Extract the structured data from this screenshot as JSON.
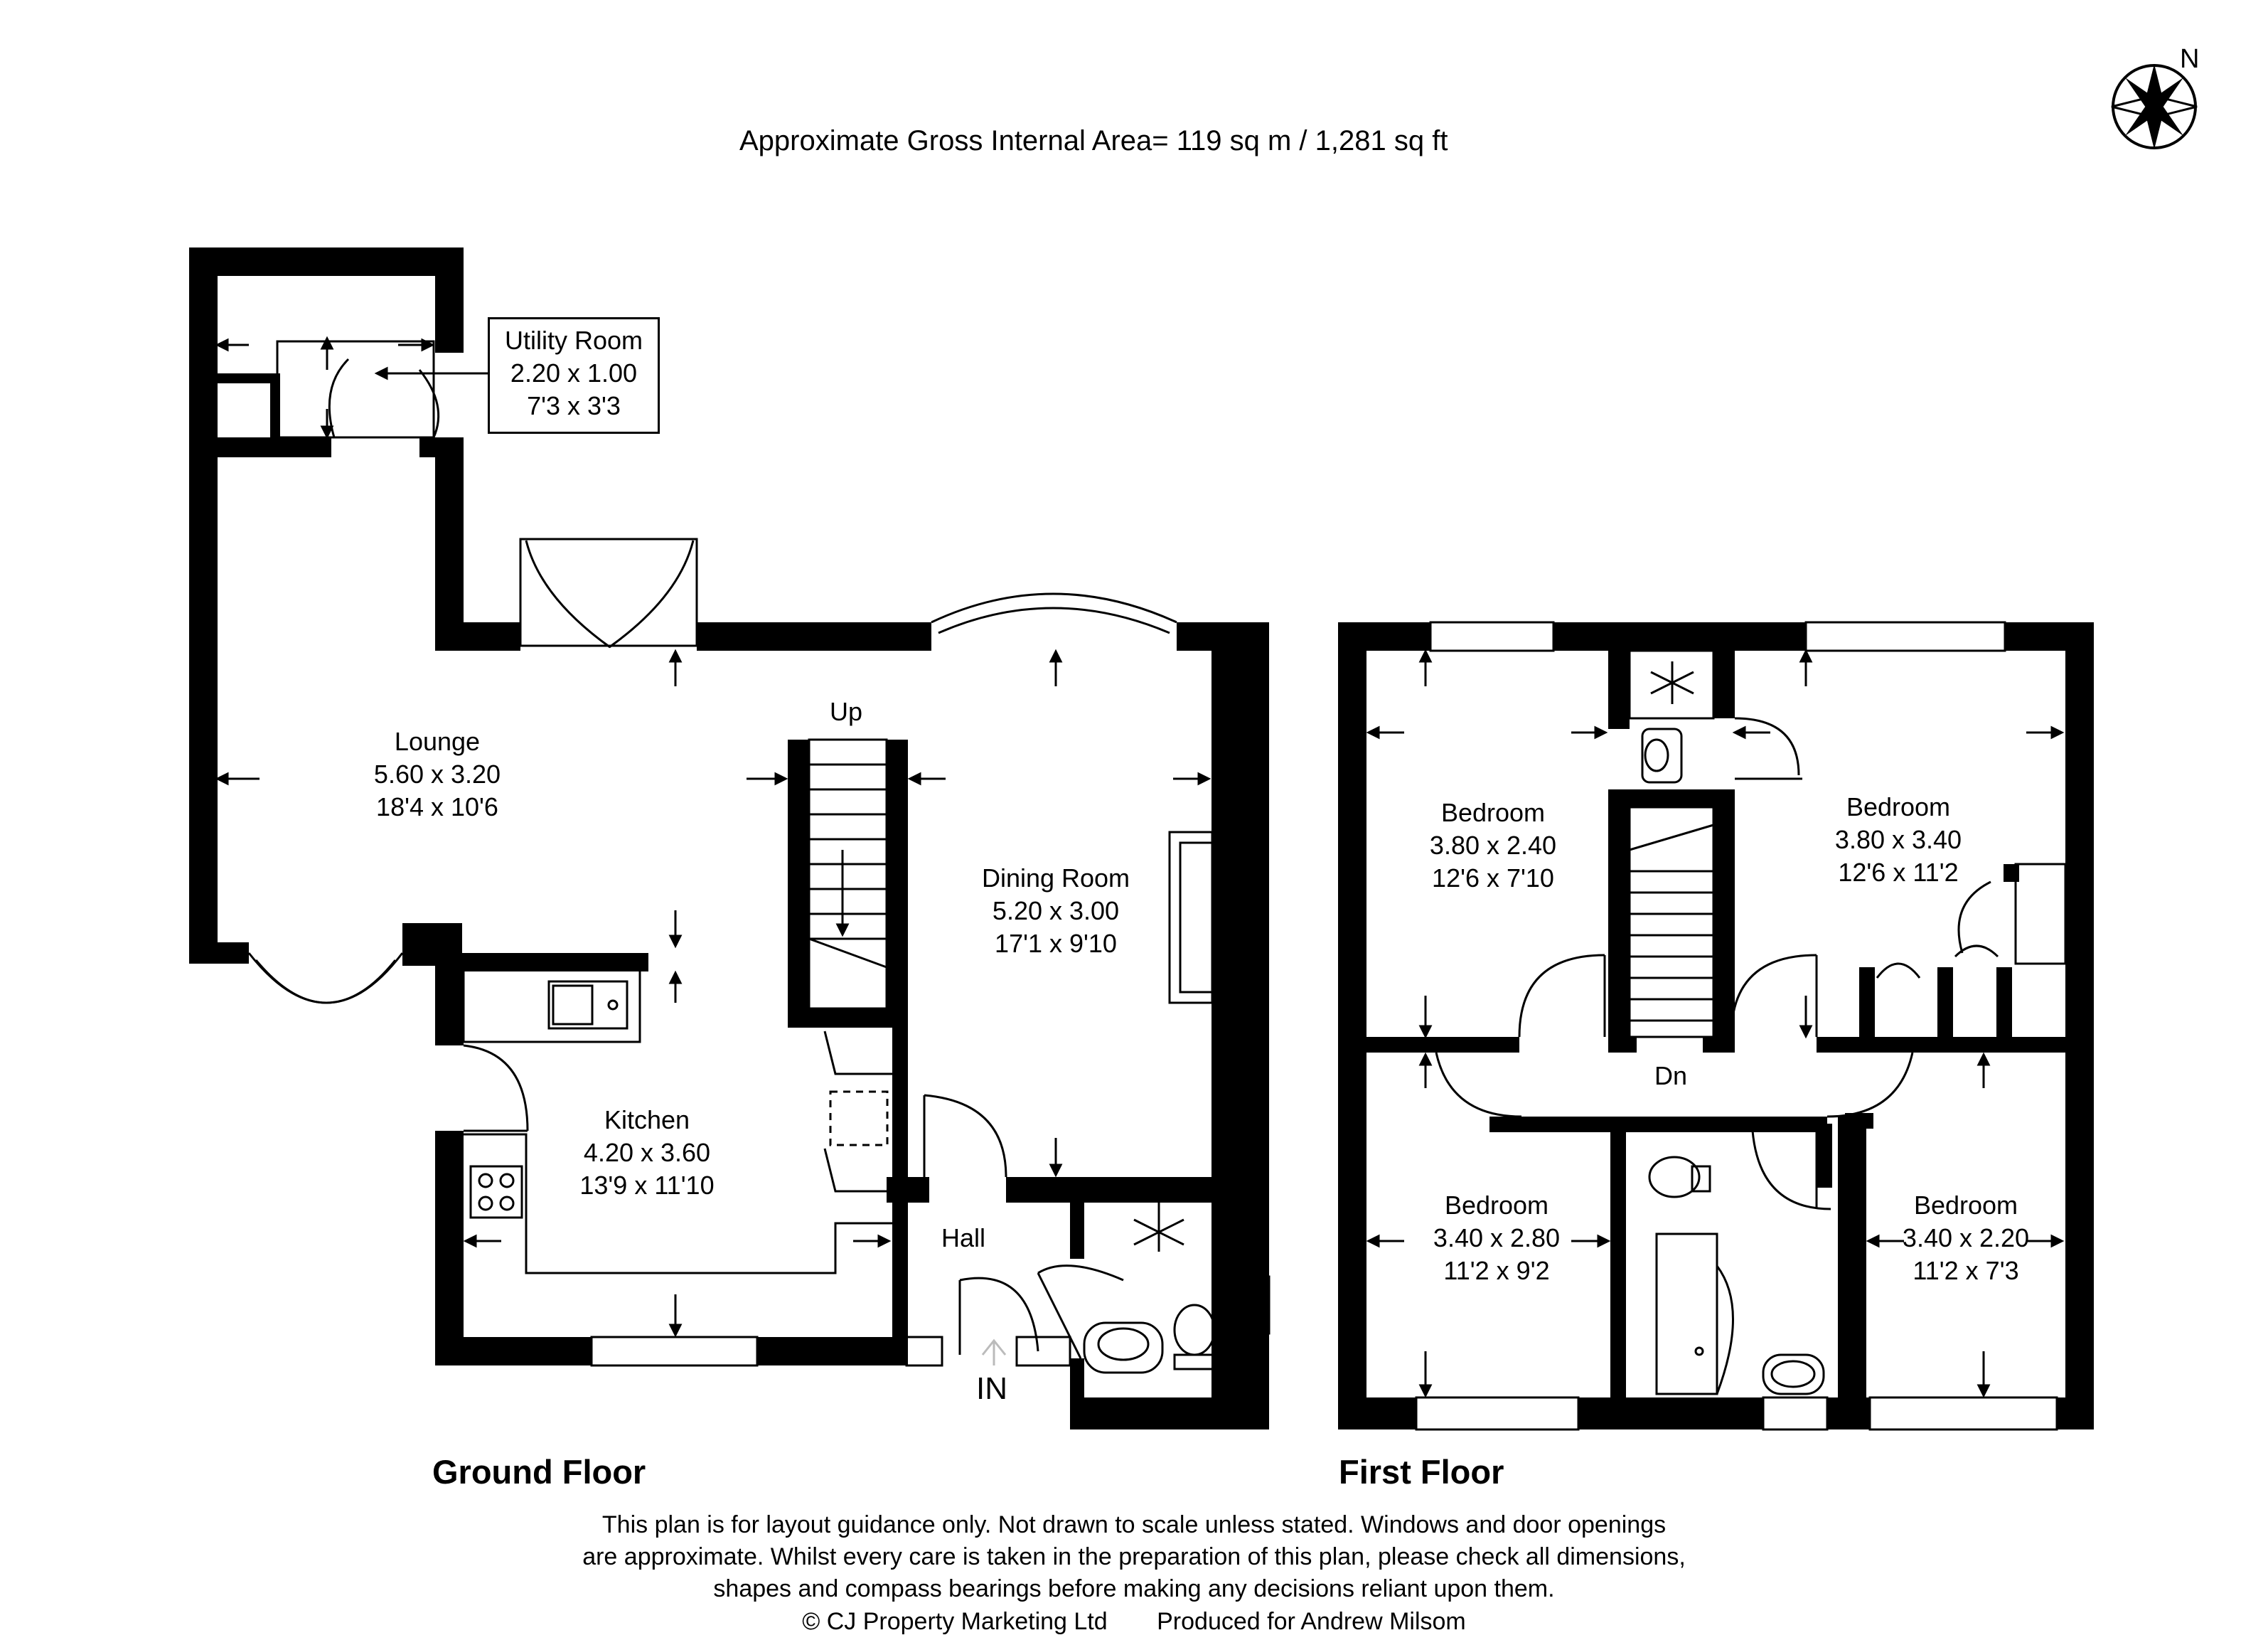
{
  "header": {
    "area_text": "Approximate Gross Internal Area= 119 sq m / 1,281 sq ft",
    "compass_letter": "N"
  },
  "floors": {
    "ground": "Ground Floor",
    "first": "First Floor"
  },
  "rooms": {
    "utility": {
      "name": "Utility Room",
      "metric": "2.20 x 1.00",
      "imperial": "7'3 x 3'3"
    },
    "lounge": {
      "name": "Lounge",
      "metric": "5.60 x 3.20",
      "imperial": "18'4 x 10'6"
    },
    "dining": {
      "name": "Dining Room",
      "metric": "5.20 x 3.00",
      "imperial": "17'1 x 9'10"
    },
    "kitchen": {
      "name": "Kitchen",
      "metric": "4.20 x 3.60",
      "imperial": "13'9 x 11'10"
    },
    "hall": {
      "name": "Hall"
    },
    "bed1": {
      "name": "Bedroom",
      "metric": "3.80 x 2.40",
      "imperial": "12'6 x 7'10"
    },
    "bed2": {
      "name": "Bedroom",
      "metric": "3.80 x 3.40",
      "imperial": "12'6 x 11'2"
    },
    "bed3": {
      "name": "Bedroom",
      "metric": "3.40 x 2.80",
      "imperial": "11'2 x 9'2"
    },
    "bed4": {
      "name": "Bedroom",
      "metric": "3.40 x 2.20",
      "imperial": "11'2 x 7'3"
    }
  },
  "markers": {
    "up": "Up",
    "down": "Dn",
    "entrance": "IN"
  },
  "disclaimer": {
    "line1": "This plan is for layout guidance only. Not drawn to scale unless stated. Windows and door openings",
    "line2": "are approximate. Whilst every care is taken in the preparation of this plan, please check all dimensions,",
    "line3": "shapes and compass bearings before making any decisions reliant upon them.",
    "copyright": "© CJ Property Marketing Ltd",
    "produced": "Produced for Andrew Milsom"
  },
  "colors": {
    "wall": "#000000",
    "background": "#ffffff"
  }
}
